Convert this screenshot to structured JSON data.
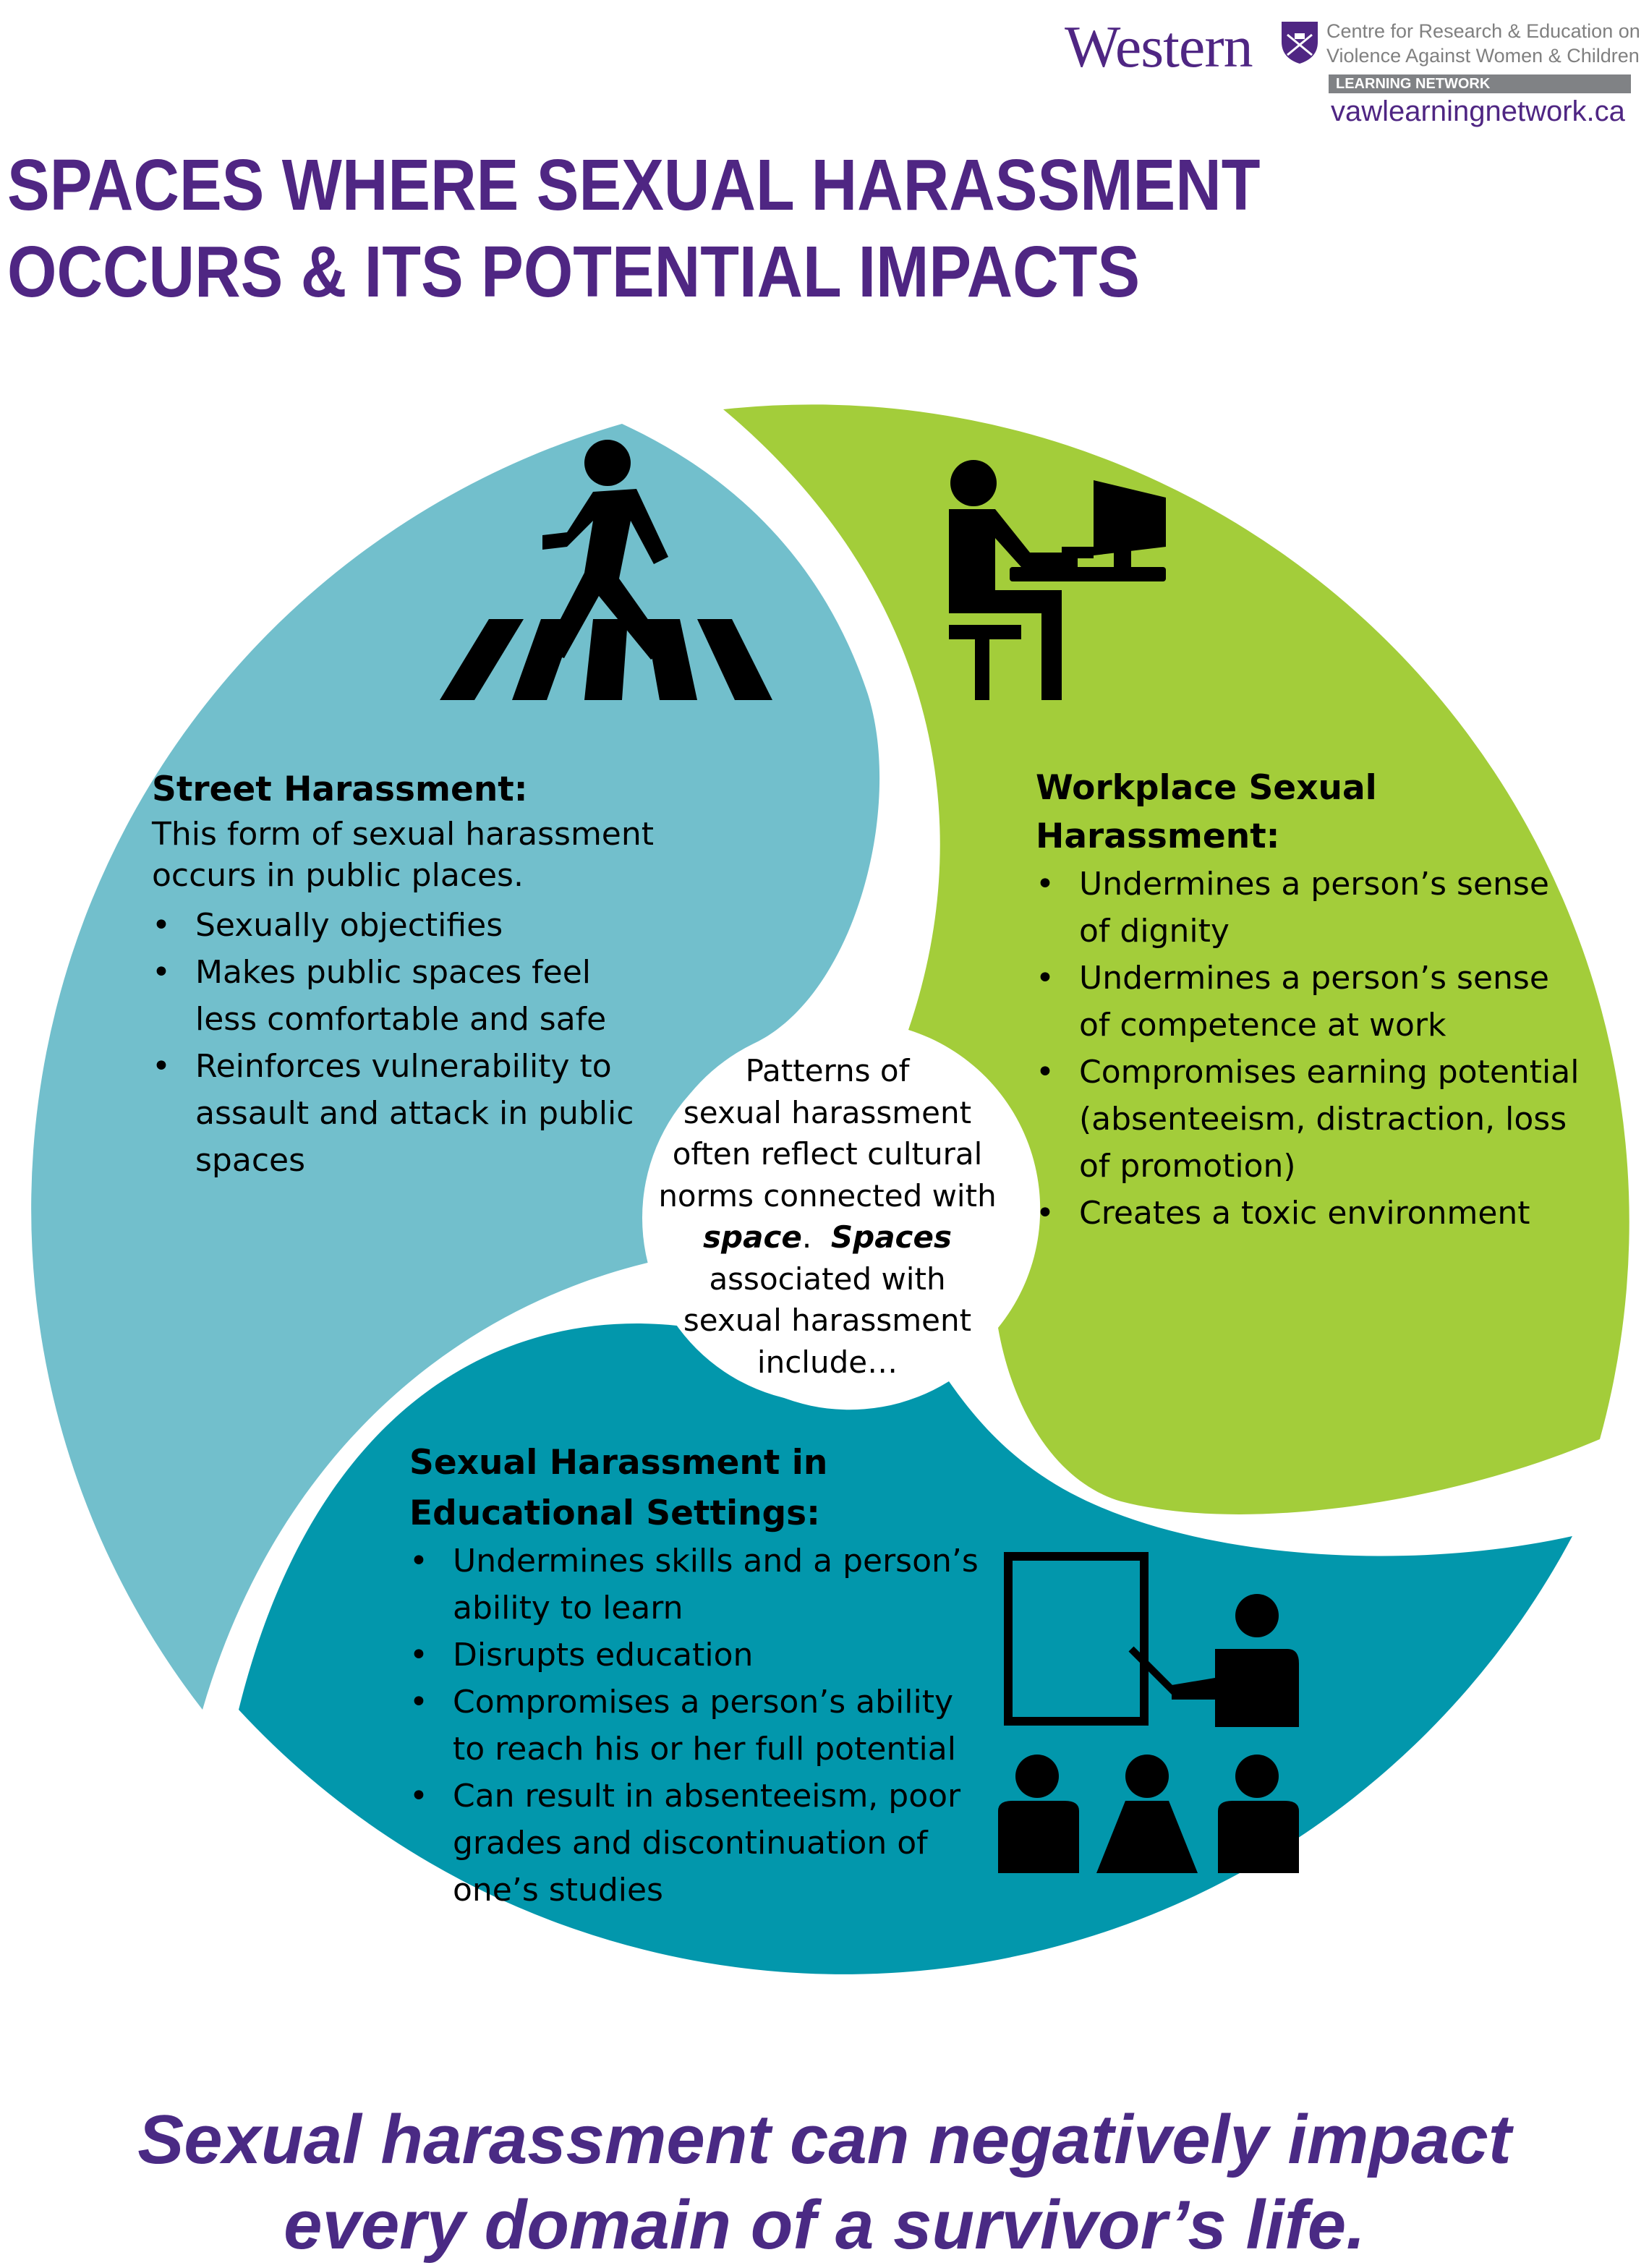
{
  "header": {
    "logo_word": "Western",
    "centre_line1": "Centre for Research & Education on",
    "centre_line2": "Violence Against Women & Children",
    "network_label": "LEARNING NETWORK",
    "url": "vawlearningnetwork.ca"
  },
  "title": {
    "line1": "SPACES WHERE SEXUAL HARASSMENT",
    "line2": "OCCURS & ITS POTENTIAL IMPACTS"
  },
  "colors": {
    "purple": "#4f2683",
    "street": "#72bfcc",
    "workplace": "#a3cd3a",
    "education": "#0297ac"
  },
  "street": {
    "icon": "pedestrian-crosswalk-icon",
    "heading": "Street Harassment:",
    "intro_line1": "This form of sexual harassment",
    "intro_line2": "occurs in public places.",
    "bullets": [
      "Sexually objectifies",
      "Makes public spaces feel less comfortable and safe",
      "Reinforces vulnerability to assault and attack in public spaces"
    ]
  },
  "workplace": {
    "icon": "person-at-computer-icon",
    "heading_line1": "Workplace Sexual",
    "heading_line2": "Harassment:",
    "bullets": [
      "Undermines a person’s sense of dignity",
      "Undermines a person’s sense of competence at work",
      "Compromises earning potential (absenteeism, distraction, loss of promotion)",
      "Creates a toxic environment"
    ]
  },
  "center": {
    "line1": "Patterns of",
    "line2": "sexual harassment",
    "line3": "often reflect cultural",
    "line4": "norms connected with",
    "em1": "space",
    "em_sep": ".  ",
    "em2": "Spaces",
    "line6": "associated with",
    "line7": "sexual harassment",
    "line8": "include…"
  },
  "education": {
    "icon": "teacher-classroom-icon",
    "heading_line1": "Sexual Harassment in",
    "heading_line2": "Educational Settings:",
    "bullets": [
      "Undermines skills and a person’s ability to learn",
      "Disrupts education",
      "Compromises a person’s ability to reach his or her full potential",
      "Can result in absenteeism, poor grades and discontinuation of one’s studies"
    ]
  },
  "footer": {
    "line1": "Sexual harassment can negatively impact",
    "line2": "every domain of a survivor’s life."
  }
}
